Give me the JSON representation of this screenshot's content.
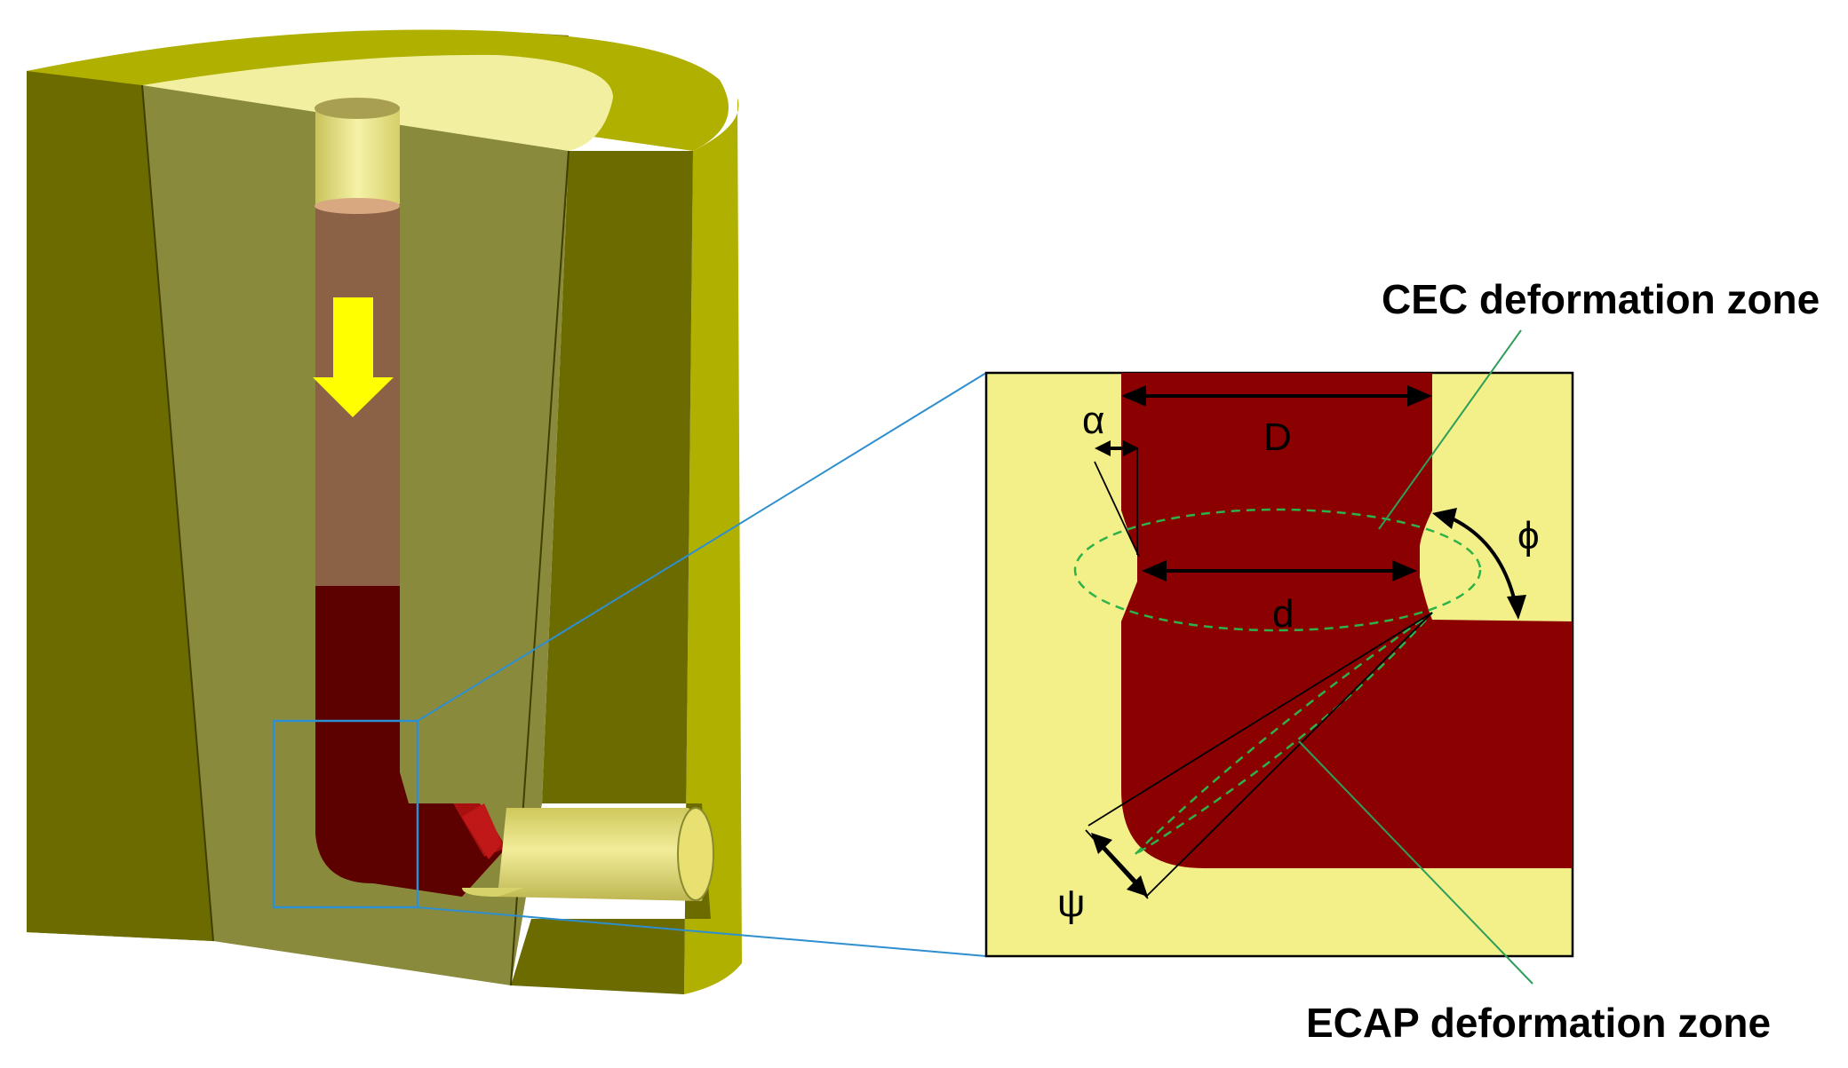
{
  "labels": {
    "cec_zone": "CEC deformation zone",
    "ecap_zone": "ECAP deformation zone",
    "diameter_D": "D",
    "diameter_d": "d",
    "angle_alpha": "α",
    "angle_phi": "ϕ",
    "angle_psi": "ψ"
  },
  "colors": {
    "die_dark": "#6b6b00",
    "die_face": "#8a8a3c",
    "die_rim": "#b0b000",
    "die_top": "#f2f0a0",
    "channel_light": "#e8e070",
    "billet_unprocessed": "#8c6246",
    "billet_processed": "#5c0000",
    "detail_background": "#f3f08a",
    "detail_billet": "#8b0000",
    "deformation_zone_outline": "#2db24a",
    "leader_line": "#2e9e5a",
    "zoom_line": "#2e8fd0",
    "press_arrow": "#ffff00"
  },
  "icons": {
    "press_direction": "arrow-down-icon",
    "dimension_arrow": "double-headed-arrow-icon"
  }
}
